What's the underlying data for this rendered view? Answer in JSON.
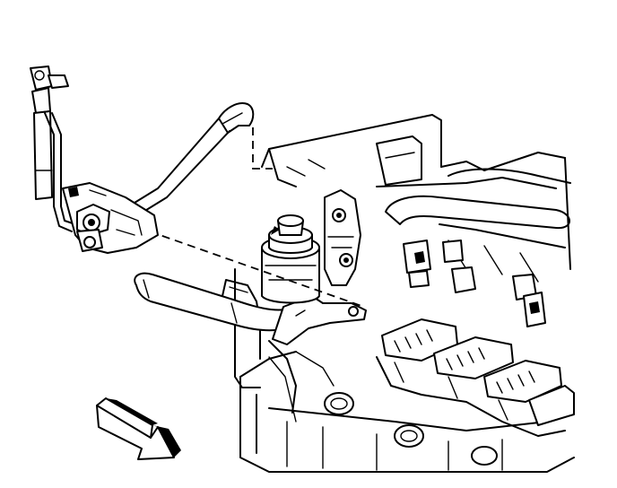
{
  "figure": {
    "kind": "engine-component-line-drawing",
    "style": "black-and-white technical illustration",
    "background": "#ffffff",
    "ink": "#000000",
    "parts": [
      "tube-end-fitting",
      "flexible-tube",
      "valve-bracket-assembly",
      "pipe-elbow",
      "egr-valve",
      "bracket",
      "coolant-hose",
      "intake-manifold",
      "fuel-rail",
      "fuel-injectors",
      "ignition-coils",
      "engine-block",
      "view-direction-arrow"
    ]
  }
}
